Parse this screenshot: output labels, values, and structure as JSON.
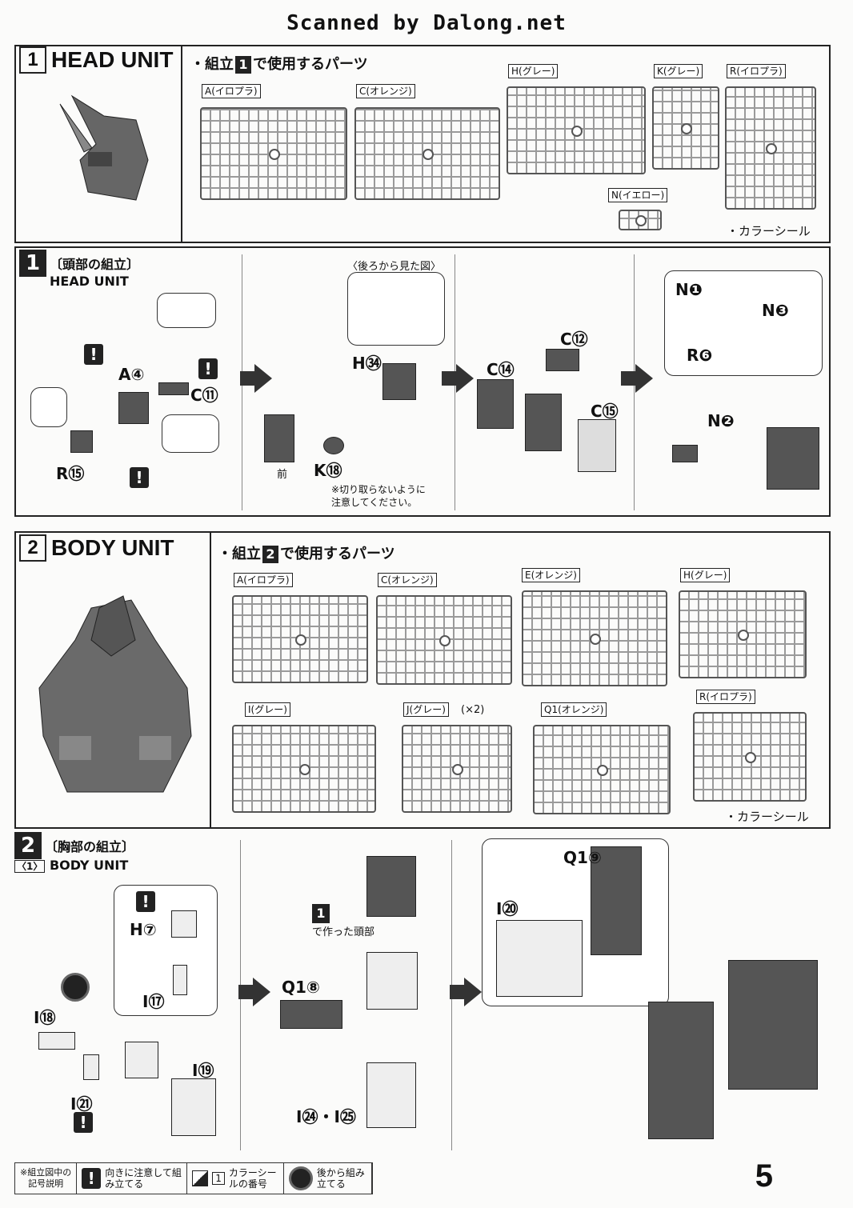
{
  "header": "Scanned by Dalong.net",
  "section1": {
    "num": "1",
    "title": "HEAD UNIT",
    "parts_heading": "・組立",
    "parts_num": "1",
    "parts_heading2": "で使用するパーツ",
    "runners": [
      {
        "label": "A(イロプラ)"
      },
      {
        "label": "C(オレンジ)"
      },
      {
        "label": "H(グレー)"
      },
      {
        "label": "K(グレー)"
      },
      {
        "label": "R(イロプラ)"
      },
      {
        "label": "N(イエロー)"
      }
    ],
    "seal": "・カラーシール",
    "step_num": "1",
    "step_title": "〔頭部の組立〕",
    "step_sub": "HEAD UNIT",
    "back_view": "〈後ろから見た図〉",
    "note1": "※切り取らないように",
    "note2": "注意してください。",
    "front": "前",
    "labels": [
      "A④",
      "C⑪",
      "R⑮",
      "H㉞",
      "K⑱",
      "C⑭",
      "C⑫",
      "C⑮",
      "N❶",
      "N❸",
      "R❻",
      "N❷"
    ]
  },
  "section2": {
    "num": "2",
    "title": "BODY UNIT",
    "parts_heading": "・組立",
    "parts_num": "2",
    "parts_heading2": "で使用するパーツ",
    "runners": [
      {
        "label": "A(イロプラ)"
      },
      {
        "label": "C(オレンジ)"
      },
      {
        "label": "E(オレンジ)"
      },
      {
        "label": "H(グレー)"
      },
      {
        "label": "I(グレー)"
      },
      {
        "label": "J(グレー)"
      },
      {
        "label": "Q1(オレンジ)"
      },
      {
        "label": "R(イロプラ)"
      }
    ],
    "x2": "(×2)",
    "seal": "・カラーシール",
    "step_num": "2",
    "step_title": "〔胸部の組立〕",
    "step_sub_tag": "〈1〉",
    "step_sub": "BODY UNIT",
    "head_ref": "で作った頭部",
    "head_num": "1",
    "labels": [
      "H⑦",
      "I⑰",
      "I⑱",
      "I㉑",
      "I⑲",
      "Q1⑧",
      "I㉔・I㉕",
      "Q1⑨",
      "I⑳"
    ]
  },
  "footer": {
    "legend_title1": "※組立図中の",
    "legend_title2": "記号説明",
    "item1": "向きに注意して組み立てる",
    "item2_num": "1",
    "item2": "カラーシールの番号",
    "item3": "後から組み立てる"
  },
  "page_number": "5"
}
